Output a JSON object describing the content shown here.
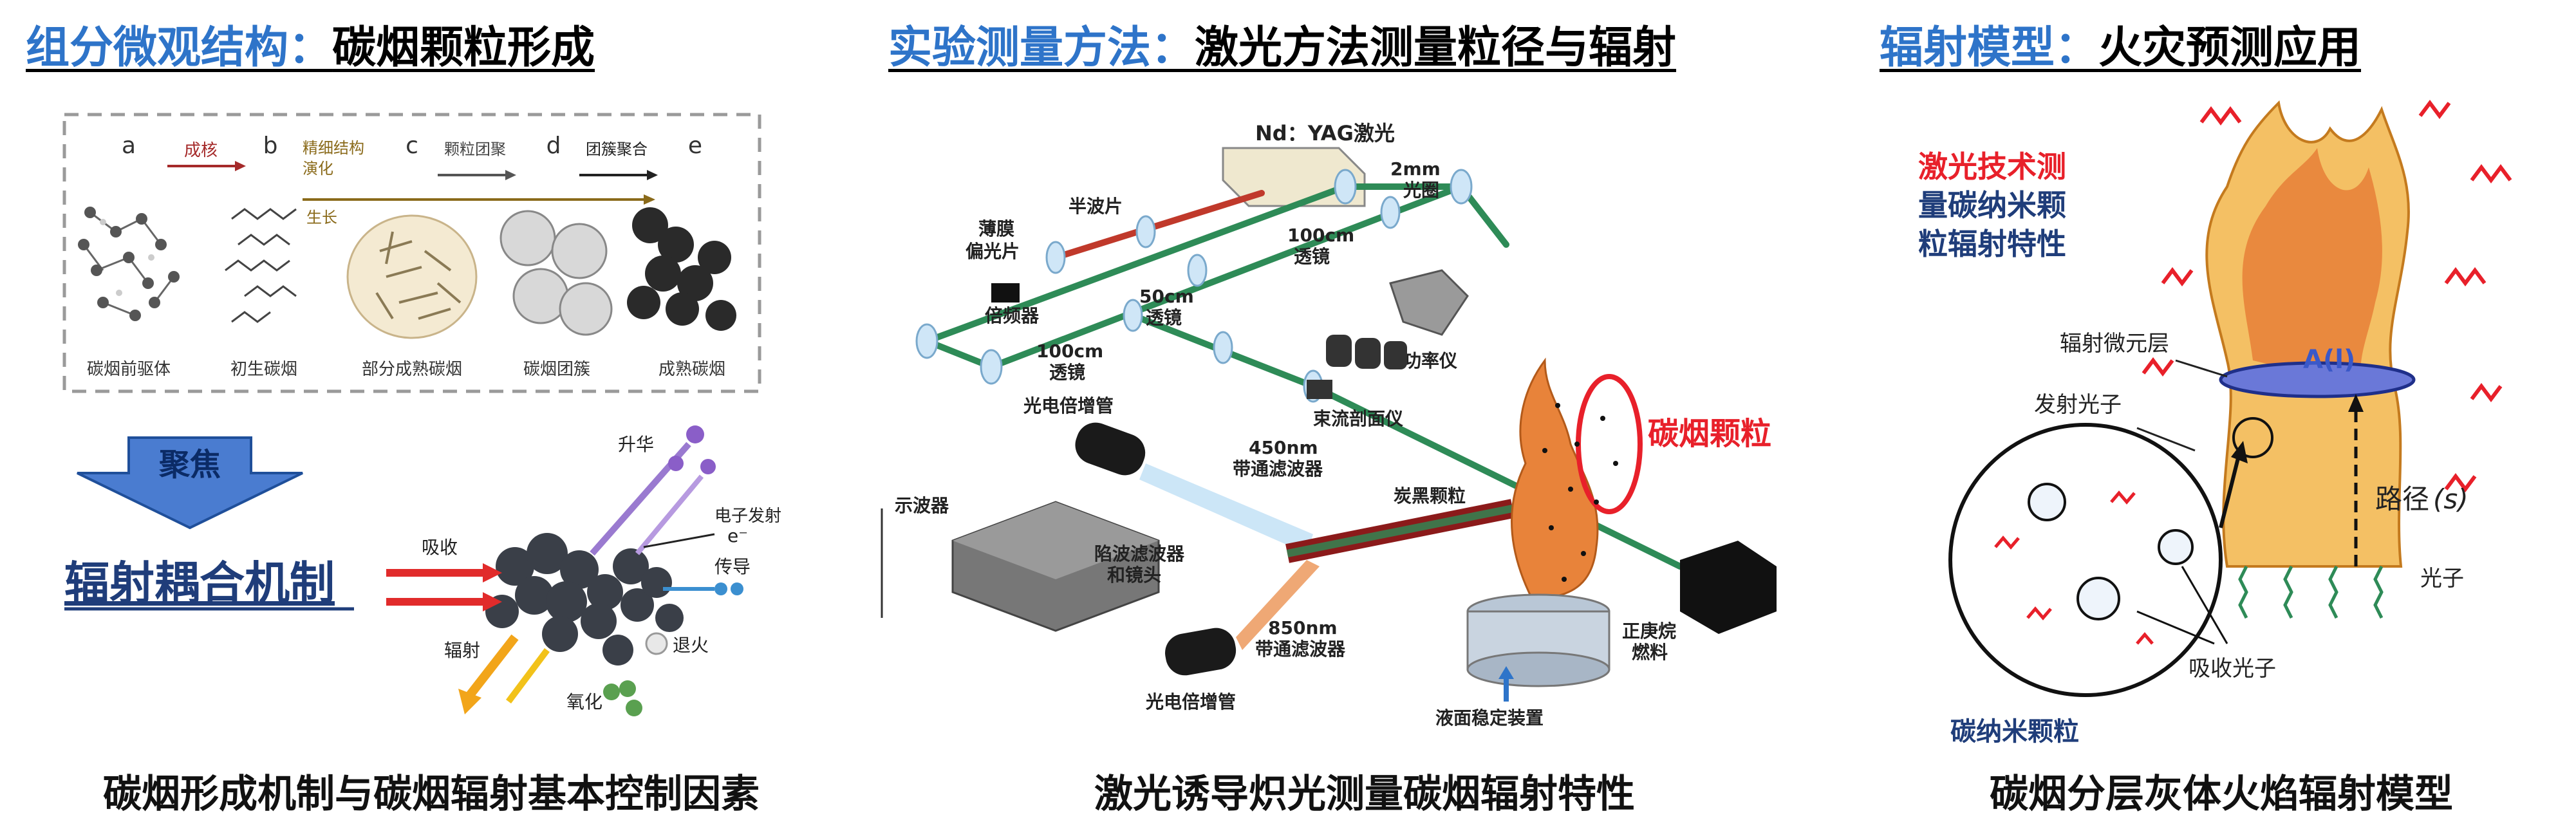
{
  "colors": {
    "blue": "#2e74c9",
    "red": "#e8202a",
    "black": "#000000",
    "navy": "#1f3d7a",
    "laser_green": "#2e8b57",
    "flame_orange": "#e8833a"
  },
  "panel1": {
    "title_left": "组分微观结构：",
    "title_right": "碳烟颗粒形成",
    "stage_letters": [
      "a",
      "b",
      "c",
      "d",
      "e"
    ],
    "stage_names": [
      "碳烟前驱体",
      "初生碳烟",
      "部分成熟碳烟",
      "碳烟团簇",
      "成熟碳烟"
    ],
    "arrows": {
      "nucleation": "成核",
      "fine_structure_1": "精细结构",
      "fine_structure_2": "演化",
      "growth": "生长",
      "agglomeration": "颗粒团聚",
      "cluster": "团簇聚合"
    },
    "focus": "聚焦",
    "mechanism": "辐射耦合机制",
    "processes": {
      "sublimation": "升华",
      "electron_emission": "电子发射",
      "electron_symbol": "e⁻",
      "absorption": "吸收",
      "conduction": "传导",
      "radiation": "辐射",
      "annealing": "退火",
      "oxidation": "氧化"
    },
    "caption": "碳烟形成机制与碳烟辐射基本控制因素"
  },
  "panel2": {
    "title_left": "实验测量方法：",
    "title_right": "激光方法测量粒径与辐射",
    "labels": {
      "laser": "Nd：YAG激光",
      "aperture_1": "2mm",
      "aperture_2": "光圈",
      "half_wave": "半波片",
      "film_1": "薄膜",
      "film_2": "偏光片",
      "lens100a_1": "100cm",
      "lens100a_2": "透镜",
      "doubler": "倍频器",
      "lens50_1": "50cm",
      "lens50_2": "透镜",
      "power_meter": "功率仪",
      "lens100b_1": "100cm",
      "lens100b_2": "透镜",
      "beam_profiler": "束流剖面仪",
      "pmt_top": "光电倍增管",
      "filter450_1": "450nm",
      "filter450_2": "带通滤波器",
      "soot_particles": "碳烟颗粒",
      "scope": "示波器",
      "carbon_black": "炭黑颗粒",
      "notch_1": "陷波滤波器",
      "notch_2": "和镜头",
      "filter850_1": "850nm",
      "filter850_2": "带通滤波器",
      "fuel_1": "正庚烷",
      "fuel_2": "燃料",
      "pmt_bottom": "光电倍增管",
      "stabilizer": "液面稳定装置"
    },
    "caption": "激光诱导炽光测量碳烟辐射特性"
  },
  "panel3": {
    "title_left": "辐射模型：",
    "title_right": "火灾预测应用",
    "note_lines": [
      "激光技术测",
      "量碳纳米颗",
      "粒辐射特性"
    ],
    "labels": {
      "micro_layer": "辐射微元层",
      "A_symbol": "A(l)",
      "emitted_photon": "发射光子",
      "path_text": "路径",
      "path_symbol": "(s)",
      "photon": "光子",
      "absorbed_photon": "吸收光子",
      "nanoparticle": "碳纳米颗粒"
    },
    "caption": "碳烟分层灰体火焰辐射模型"
  }
}
